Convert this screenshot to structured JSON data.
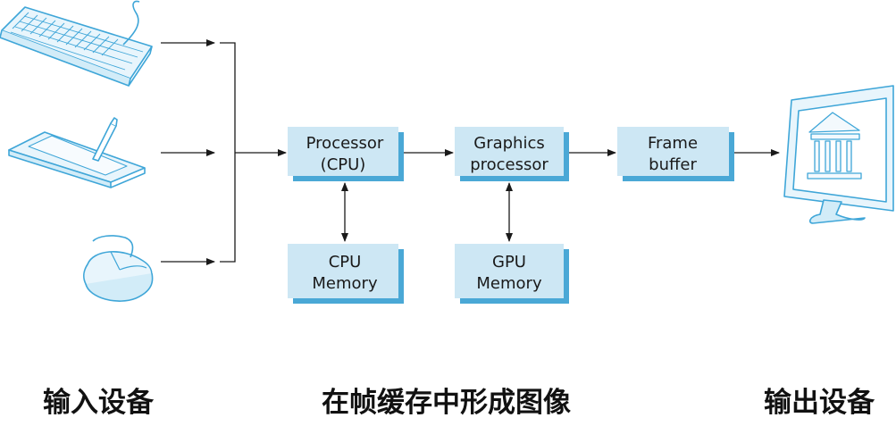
{
  "boxes": {
    "processor": {
      "line1": "Processor",
      "line2": "(CPU)"
    },
    "graphics": {
      "line1": "Graphics",
      "line2": "processor"
    },
    "frame": {
      "line1": "Frame",
      "line2": "buffer"
    },
    "cpu_memory": {
      "line1": "CPU",
      "line2": "Memory"
    },
    "gpu_memory": {
      "line1": "GPU",
      "line2": "Memory"
    }
  },
  "captions": {
    "input": "输入设备",
    "framebuffer": "在帧缓存中形成图像",
    "output": "输出设备"
  },
  "colors": {
    "box_fill": "#cde7f4",
    "shadow": "#4aa8d6",
    "icon_stroke": "#3fa6d8",
    "icon_fill": "#e8f5fc",
    "arrow": "#1a1a1a"
  },
  "icons": [
    "keyboard-icon",
    "tablet-icon",
    "mouse-icon",
    "monitor-icon"
  ]
}
